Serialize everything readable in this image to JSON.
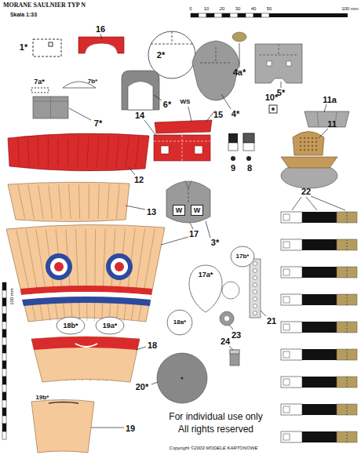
{
  "diagram": {
    "title": "MORANE SAULNIER TYP N",
    "nodes": [
      {
        "text": [
          "W"
        ]
      },
      {
        "text": [
          "W"
        ]
      },
      {
        "text": [
          "17b*"
        ]
      },
      {
        "text": [
          "17a*"
        ]
      },
      {
        "text": [
          "18a*"
        ]
      },
      {
        "text": [
          "18b*"
        ]
      },
      {
        "text": [
          "19a*"
        ]
      }
    ],
    "labels": [
      "Skala 1:33",
      "0",
      "10",
      "20",
      "30",
      "40",
      "50",
      "100 mm",
      "1*",
      "16",
      "2*",
      "4a*",
      "5*",
      "7a*",
      "7b*",
      "4*",
      "6*",
      "WS",
      "15",
      "10*",
      "11a",
      "7*",
      "14",
      "9",
      "8",
      "11",
      "12",
      "13",
      "17",
      "3*",
      "22",
      "21",
      "18",
      "23",
      "24",
      "20*",
      "19b*",
      "19",
      "100 mm",
      "For individual use only",
      "All rights reserved",
      "Copyright ©2003 MODELE KARTONOWE"
    ]
  }
}
